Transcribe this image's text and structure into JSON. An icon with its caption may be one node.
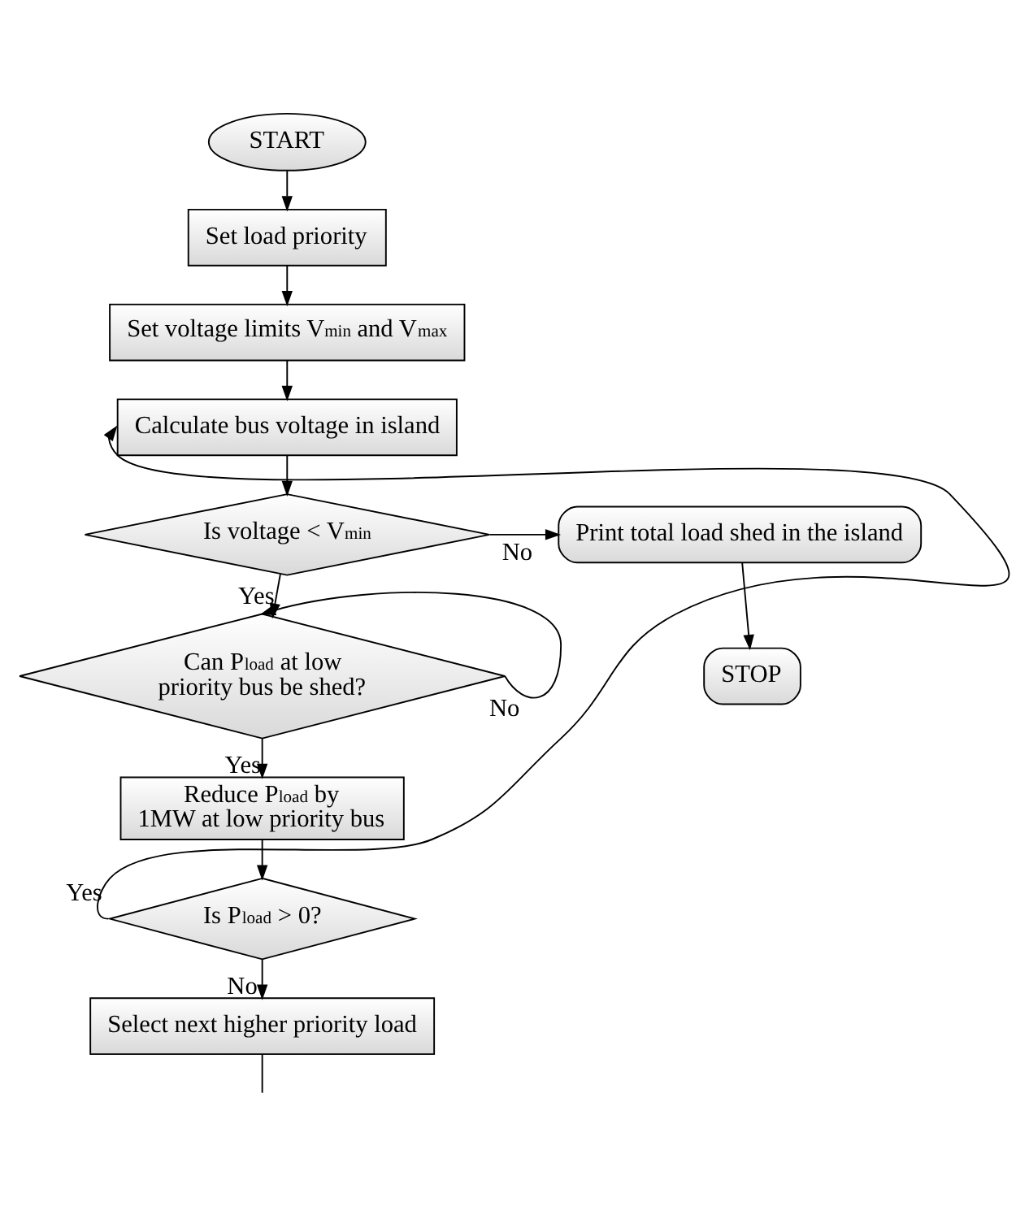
{
  "diagram": {
    "nodes": [
      {
        "text": [
          "START"
        ]
      },
      {
        "text": [
          "Set load priority"
        ]
      },
      {
        "text": [
          "Set voltage limits V$_{min}$ and V$_{max}$"
        ]
      },
      {
        "text": [
          "Calculate bus voltage in island"
        ]
      },
      {
        "text": [
          "Is voltage < V$_{min}$"
        ]
      },
      {
        "text": [
          "Print total load shed in the island"
        ]
      },
      {
        "text": [
          "STOP"
        ]
      },
      {
        "text": [
          "Can P$_{load}$ at low priority bus be shed?"
        ]
      },
      {
        "text": [
          "Reduce P$_{load}$ by 1MW at low priority bus"
        ]
      },
      {
        "text": [
          "Is P$_{load}$ > 0?"
        ]
      },
      {
        "text": [
          "Select next higher priority load"
        ]
      }
    ],
    "edges": [
      {
        "from": 0,
        "to": 1,
        "arrow": "to"
      },
      {
        "from": 1,
        "to": 2,
        "arrow": "to"
      },
      {
        "from": 2,
        "to": 3,
        "arrow": "to"
      },
      {
        "from": 3,
        "to": 4,
        "arrow": "to"
      },
      {
        "from": 4,
        "to": 5,
        "arrow": "to",
        "label": "No"
      },
      {
        "from": 5,
        "to": 6,
        "arrow": "to"
      },
      {
        "from": 4,
        "to": 7,
        "arrow": "to",
        "label": "Yes"
      },
      {
        "from": 7,
        "to": 7,
        "arrow": "to",
        "label": "No"
      },
      {
        "from": 7,
        "to": 8,
        "arrow": "to",
        "label": "Yes"
      },
      {
        "from": 8,
        "to": 9,
        "arrow": "to"
      },
      {
        "from": 9,
        "to": 3,
        "arrow": "to",
        "label": "Yes"
      },
      {
        "from": 9,
        "to": 10,
        "arrow": "to",
        "label": "No"
      },
      {
        "from": 10,
        "to": null,
        "arrow": "none"
      }
    ]
  }
}
